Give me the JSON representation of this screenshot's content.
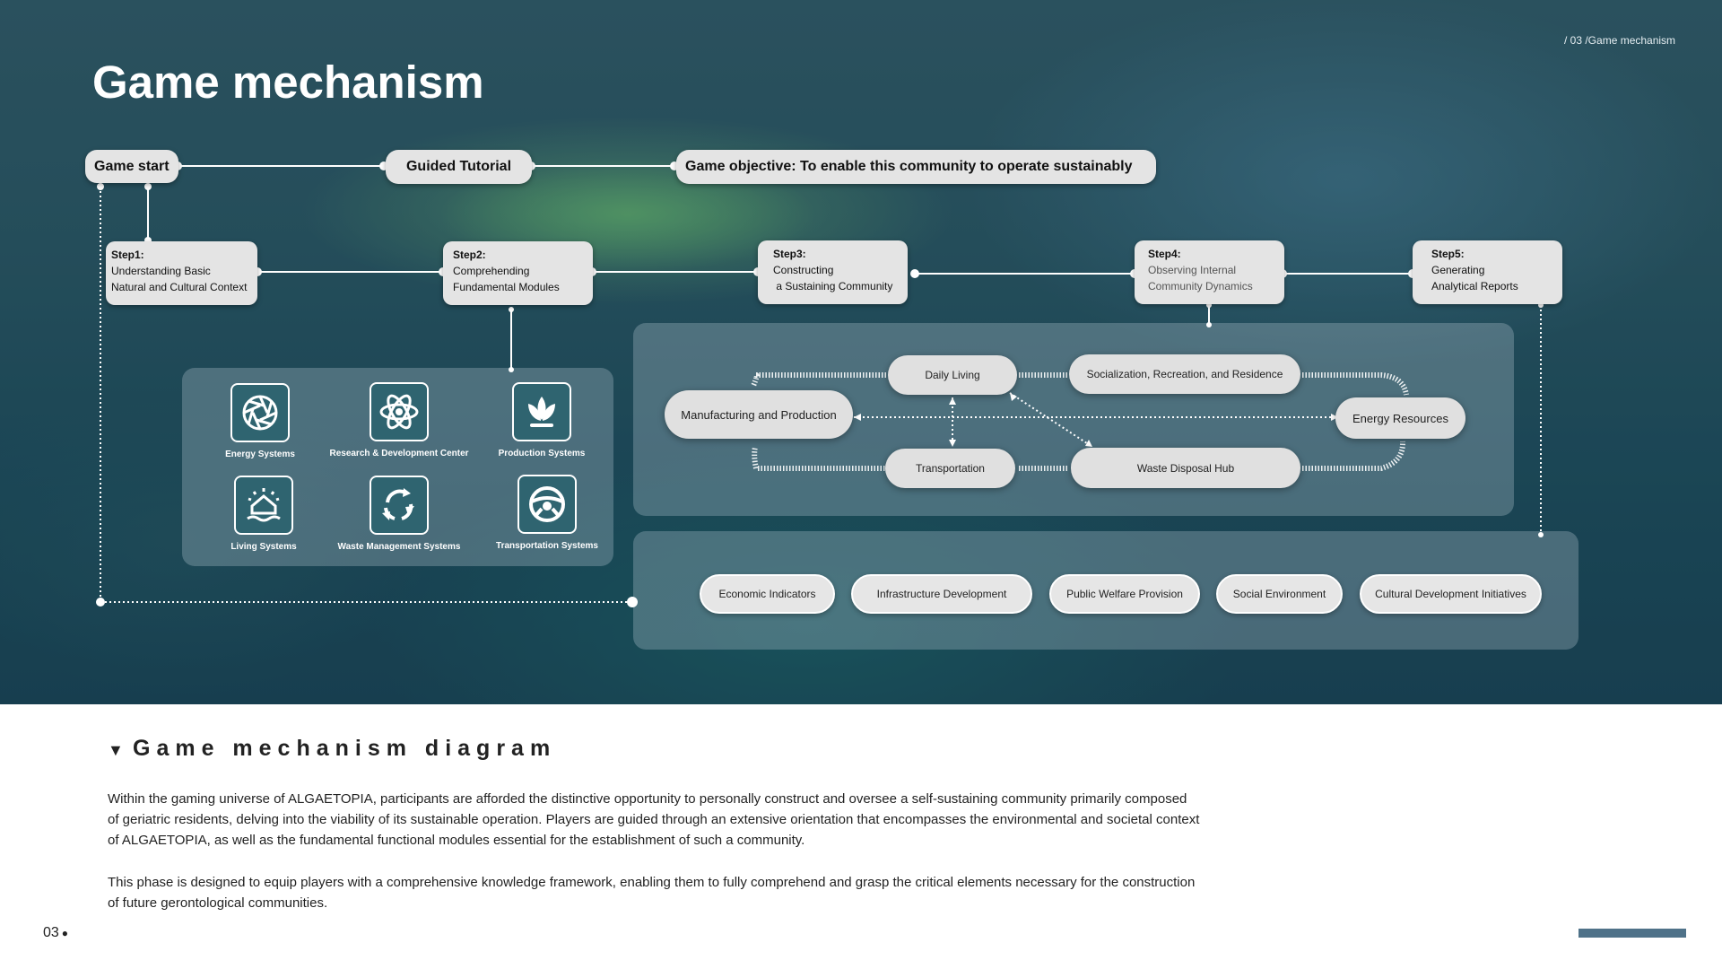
{
  "breadcrumb": "/ 03 /Game mechanism",
  "title": "Game mechanism",
  "flow": {
    "start": "Game start",
    "tutorial": "Guided Tutorial",
    "objective": "Game objective: To enable this community to operate sustainably"
  },
  "steps": [
    {
      "label": "Step1:",
      "line1": "Understanding Basic",
      "line2": "Natural and Cultural Context"
    },
    {
      "label": "Step2:",
      "line1": "Comprehending",
      "line2": "Fundamental Modules"
    },
    {
      "label": "Step3:",
      "line1": "Constructing",
      "line2": " a Sustaining Community"
    },
    {
      "label": "Step4:",
      "line1": "Observing Internal",
      "line2": "Community Dynamics"
    },
    {
      "label": "Step5:",
      "line1": "Generating",
      "line2": "Analytical Reports"
    }
  ],
  "modules": [
    {
      "label": "Energy Systems",
      "icon": "aperture-icon"
    },
    {
      "label": "Research & Development Center",
      "icon": "atom-icon"
    },
    {
      "label": "Production Systems",
      "icon": "lotus-icon"
    },
    {
      "label": "Living Systems",
      "icon": "house-wave-icon"
    },
    {
      "label": "Waste Management Systems",
      "icon": "recycle-icon"
    },
    {
      "label": "Transportation Systems",
      "icon": "steering-wheel-icon"
    }
  ],
  "dynamics": {
    "daily_living": "Daily Living",
    "socialization": "Socialization, Recreation, and Residence",
    "manufacturing": "Manufacturing and Production",
    "energy": "Energy Resources",
    "transportation": "Transportation",
    "waste": "Waste Disposal Hub"
  },
  "indicators": [
    "Economic Indicators",
    "Infrastructure Development",
    "Public Welfare Provision",
    "Social Environment",
    "Cultural Development Initiatives"
  ],
  "section": {
    "title": "Game mechanism diagram",
    "paragraph1": "Within the gaming universe of ALGAETOPIA, participants are afforded the distinctive opportunity to personally construct and oversee a self-sustaining community primarily composed of geriatric residents, delving into the viability of its sustainable operation. Players are guided through an extensive orientation that encompasses the environmental and societal context of ALGAETOPIA, as well as the fundamental functional modules essential for the establishment of such a community.",
    "paragraph2": "This phase is designed to equip players with a comprehensive knowledge framework, enabling them to fully comprehend and grasp the critical elements necessary for the construction of future gerontological communities."
  },
  "page_number": "03",
  "colors": {
    "accent_bar": "#4f7289",
    "pill": "#e4e4e4"
  }
}
